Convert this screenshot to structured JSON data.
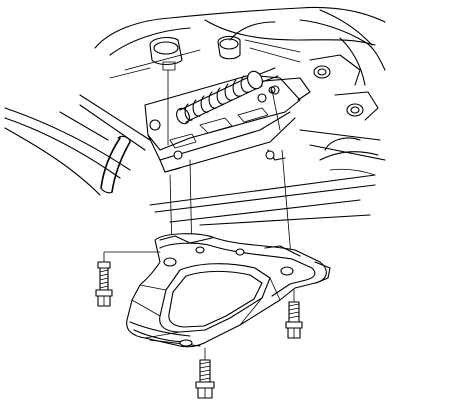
{
  "figure": {
    "background": "#ffffff",
    "line_color": "#000000",
    "components": {
      "transmission_case": "transmission-case-outline",
      "valve_body": "valve-body",
      "spring_and_plunger": "coil-spring-plunger",
      "oil_pan": "oil-pan",
      "pan_bolts": [
        "bolt-left",
        "bolt-bottom",
        "bolt-right"
      ],
      "alignment_lines": 3
    }
  }
}
